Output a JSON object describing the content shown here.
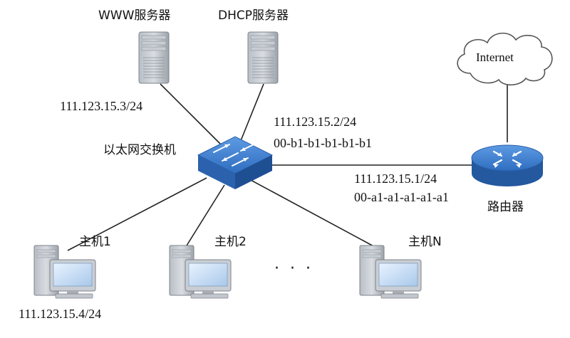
{
  "nodes": {
    "www_server": {
      "label": "WWW服务器",
      "ip": "111.123.15.3/24"
    },
    "dhcp_server": {
      "label": "DHCP服务器",
      "ip": "111.123.15.2/24",
      "mac": "00-b1-b1-b1-b1-b1"
    },
    "switch": {
      "label": "以太网交换机"
    },
    "router": {
      "label": "路由器",
      "ip": "111.123.15.1/24",
      "mac": "00-a1-a1-a1-a1-a1"
    },
    "cloud": {
      "label": "Internet"
    },
    "host1": {
      "label": "主机1",
      "ip": "111.123.15.4/24"
    },
    "host2": {
      "label": "主机2"
    },
    "hostN": {
      "label": "主机N"
    },
    "ellipsis": "· · ·"
  },
  "colors": {
    "device_blue": "#3d7fd0",
    "server_gray": "#9aa0a8",
    "line": "#222222"
  }
}
